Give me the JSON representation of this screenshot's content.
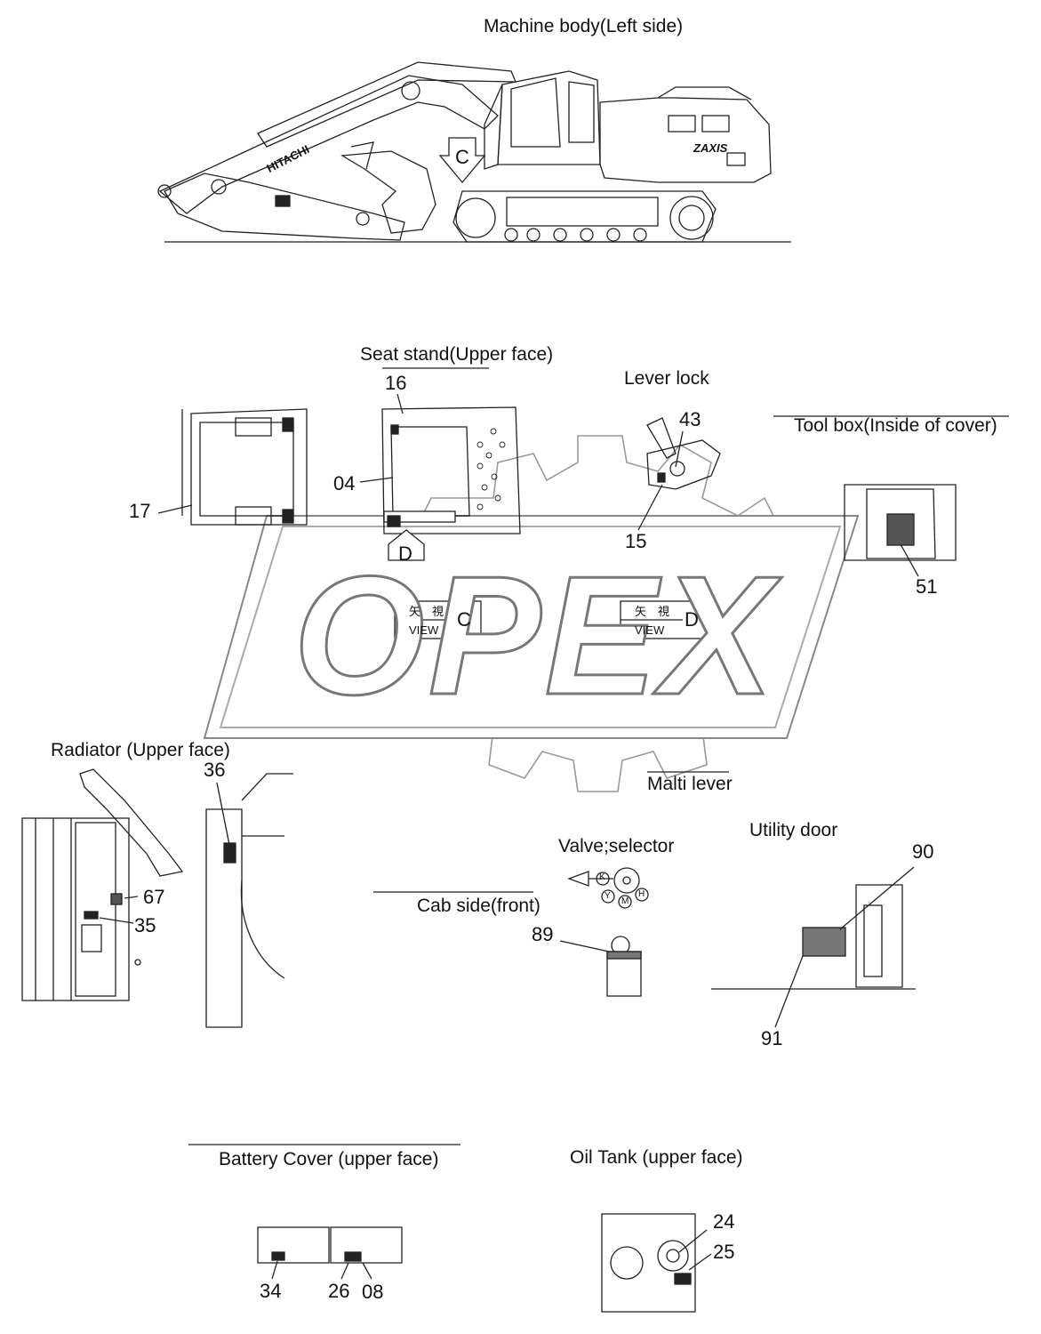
{
  "watermark": {
    "text": "OPEX"
  },
  "views": {
    "machine_body": "Machine body(Left side)",
    "seat_stand": "Seat stand(Upper face)",
    "lever_lock": "Lever lock",
    "tool_box": "Tool box(Inside of cover)",
    "radiator": "Radiator (Upper face)",
    "malti_lever": "Malti lever",
    "utility_door": "Utility door",
    "valve_selector": "Valve;selector",
    "cab_side": "Cab side(front)",
    "battery_cover": "Battery Cover (upper face)",
    "oil_tank": "Oil Tank (upper face)"
  },
  "markers": {
    "c_arrow": "C",
    "d_arrow": "D",
    "view_c": {
      "kanji": "矢　視",
      "view": "VIEW",
      "letter": "C"
    },
    "view_d": {
      "kanji": "矢　視",
      "view": "VIEW",
      "letter": "D"
    },
    "hitachi": "HITACHI",
    "zaxis": "ZAXIS",
    "selector_letters": [
      "K",
      "Y",
      "M",
      "H"
    ]
  },
  "callouts": {
    "n16": "16",
    "n43": "43",
    "n04": "04",
    "n17": "17",
    "n15": "15",
    "n51": "51",
    "n36": "36",
    "n67": "67",
    "n35": "35",
    "n90": "90",
    "n89": "89",
    "n91": "91",
    "n24": "24",
    "n25": "25",
    "n34": "34",
    "n26": "26",
    "n08": "08"
  }
}
